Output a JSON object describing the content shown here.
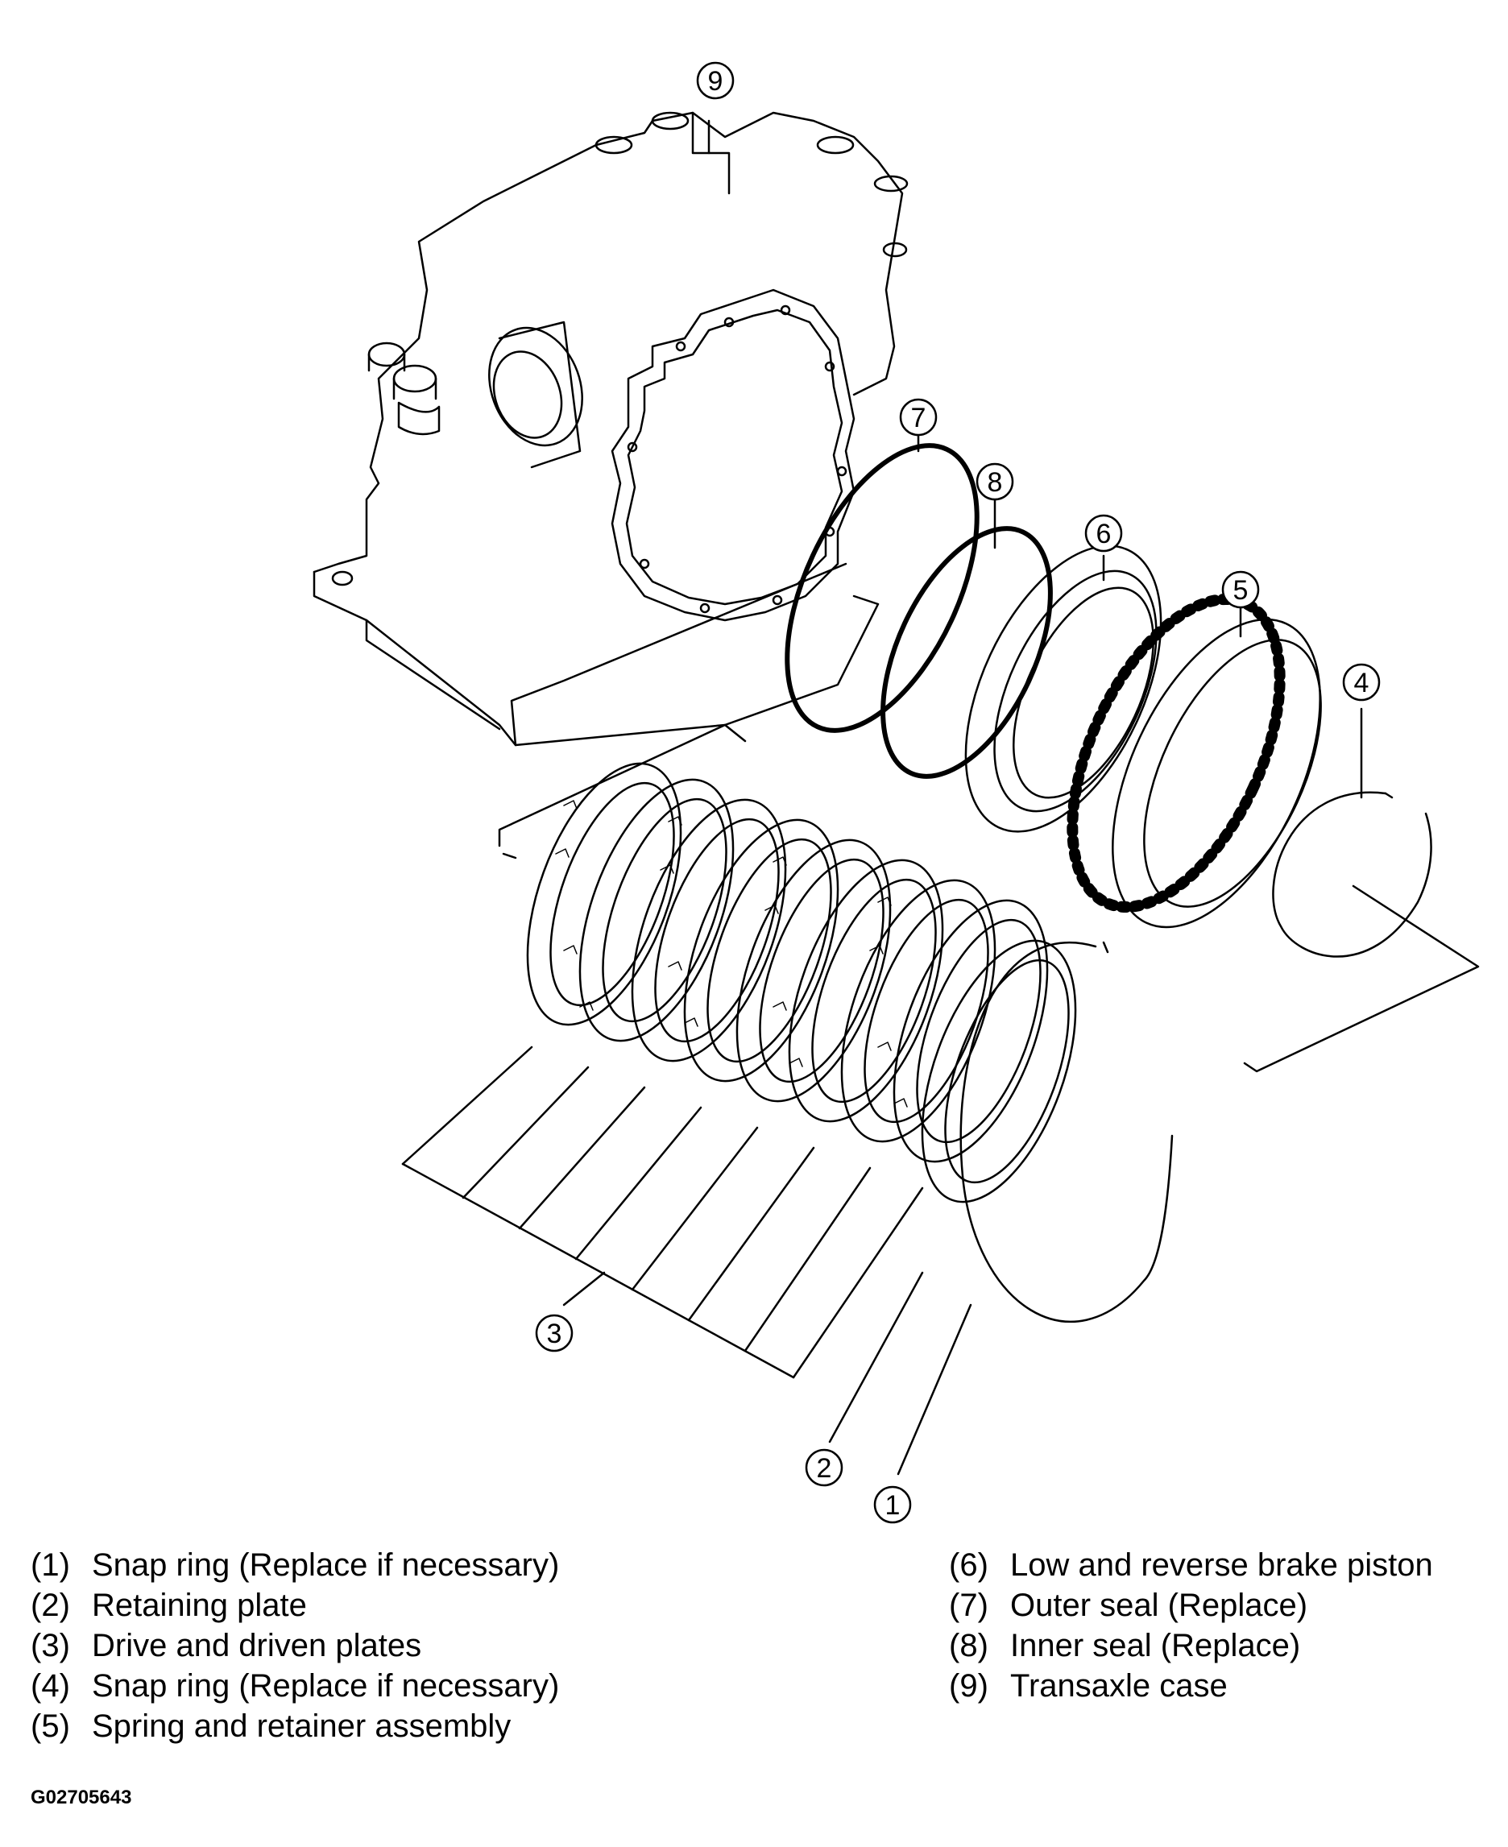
{
  "callouts": [
    "1",
    "2",
    "3",
    "4",
    "5",
    "6",
    "7",
    "8",
    "9"
  ],
  "legend": {
    "left": [
      {
        "num": "(1)",
        "text": "Snap ring (Replace if necessary)"
      },
      {
        "num": "(2)",
        "text": "Retaining plate"
      },
      {
        "num": "(3)",
        "text": "Drive and driven plates"
      },
      {
        "num": "(4)",
        "text": "Snap ring (Replace if necessary)"
      },
      {
        "num": "(5)",
        "text": "Spring and retainer assembly"
      }
    ],
    "right": [
      {
        "num": "(6)",
        "text": "Low and reverse brake piston"
      },
      {
        "num": "(7)",
        "text": "Outer seal (Replace)"
      },
      {
        "num": "(8)",
        "text": "Inner seal (Replace)"
      },
      {
        "num": "(9)",
        "text": "Transaxle case"
      }
    ]
  },
  "figure_code": "G02705643"
}
